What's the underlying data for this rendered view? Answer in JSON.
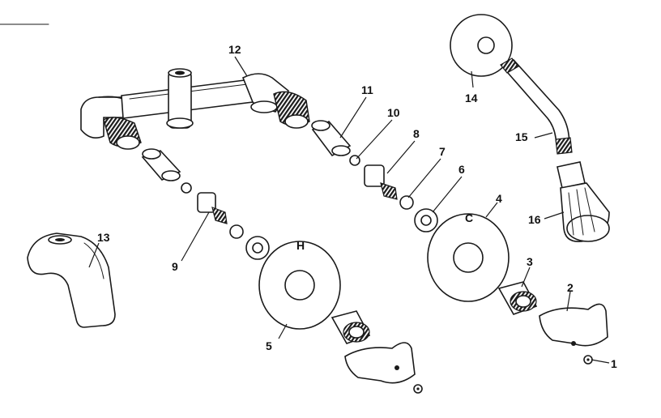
{
  "callouts": {
    "c1": "1",
    "c2": "2",
    "c3": "3",
    "c4": "4",
    "c5": "5",
    "c6": "6",
    "c7": "7",
    "c8": "8",
    "c9": "9",
    "c10": "10",
    "c11": "11",
    "c12": "12",
    "c13": "13",
    "c14": "14",
    "c15": "15",
    "c16": "16"
  },
  "stamps": {
    "h": "H",
    "c": "C"
  },
  "colors": {
    "ink": "#1a1a1a",
    "paper": "#ffffff"
  }
}
